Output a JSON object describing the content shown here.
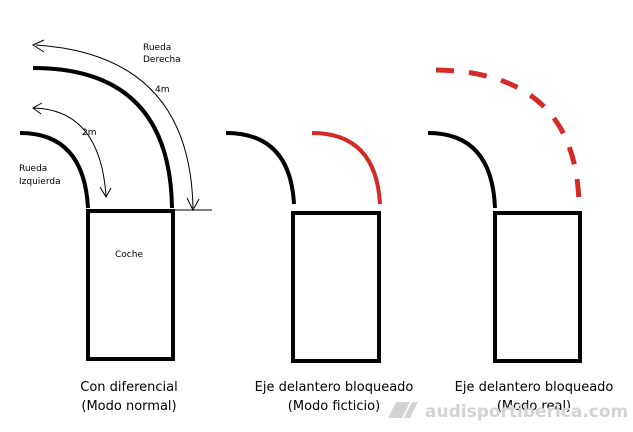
{
  "labels": {
    "right_wheel_line1": "Rueda",
    "right_wheel_line2": "Derecha",
    "left_wheel_line1": "Rueda",
    "left_wheel_line2": "Izquierda",
    "right_distance": "4m",
    "left_distance": "2m",
    "car": "Coche"
  },
  "captions": [
    {
      "line1": "Con diferencial",
      "line2": "(Modo normal)"
    },
    {
      "line1": "Eje delantero bloqueado",
      "line2": "(Modo ficticio)"
    },
    {
      "line1": "Eje delantero bloqueado",
      "line2": "(Modo real)"
    }
  ],
  "watermark": {
    "text": "audisportiberica.com"
  },
  "colors": {
    "line": "#000000",
    "accent": "#d42a2a",
    "watermark": "#d3d3d3"
  }
}
